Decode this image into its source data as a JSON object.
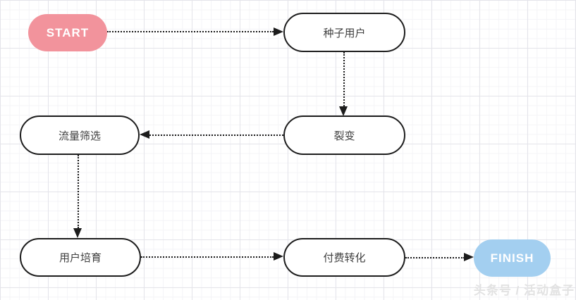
{
  "diagram": {
    "type": "flowchart",
    "nodes": {
      "start": {
        "label": "START",
        "kind": "terminal",
        "fill": "#f2939c",
        "text_color": "#ffffff"
      },
      "seed": {
        "label": "种子用户",
        "kind": "process",
        "fill": "#ffffff"
      },
      "fission": {
        "label": "裂变",
        "kind": "process",
        "fill": "#ffffff"
      },
      "filter": {
        "label": "流量筛选",
        "kind": "process",
        "fill": "#ffffff"
      },
      "nurture": {
        "label": "用户培育",
        "kind": "process",
        "fill": "#ffffff"
      },
      "convert": {
        "label": "付费转化",
        "kind": "process",
        "fill": "#ffffff"
      },
      "finish": {
        "label": "FINISH",
        "kind": "terminal",
        "fill": "#a3cff0",
        "text_color": "#ffffff"
      }
    },
    "edges": [
      {
        "from": "start",
        "to": "seed",
        "style": "dotted",
        "direction": "right"
      },
      {
        "from": "seed",
        "to": "fission",
        "style": "dotted",
        "direction": "down"
      },
      {
        "from": "fission",
        "to": "filter",
        "style": "dotted",
        "direction": "left"
      },
      {
        "from": "filter",
        "to": "nurture",
        "style": "dotted",
        "direction": "down"
      },
      {
        "from": "nurture",
        "to": "convert",
        "style": "dotted",
        "direction": "right"
      },
      {
        "from": "convert",
        "to": "finish",
        "style": "dotted",
        "direction": "right"
      }
    ],
    "colors": {
      "edge": "#1c1c1c",
      "node_border": "#1d1d1d",
      "node_fill": "#ffffff",
      "grid_major": "#e4e4ea",
      "grid_minor": "#f4f4f7",
      "background": "#ffffff"
    }
  },
  "watermark": {
    "text": "头条号 / 活动盒子"
  }
}
